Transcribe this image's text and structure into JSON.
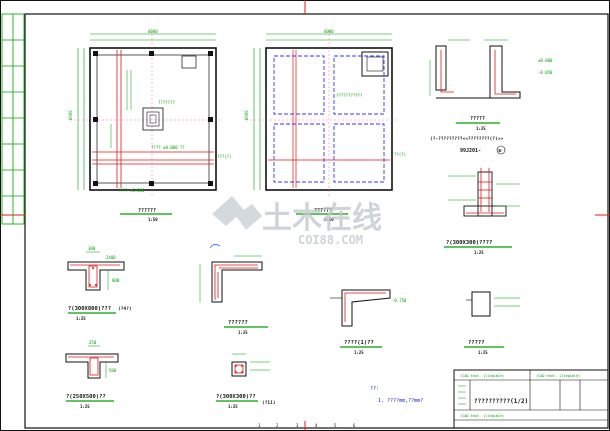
{
  "sheet": {
    "title_block": {
      "row1_left": "(CAD text, illegible)",
      "row1_right": "(CAD text, illegible)",
      "title": "??????????(1/2)",
      "row_small": "(CAD text, illegible)"
    },
    "notes_heading": "??:",
    "notes_line": "1. ????mm,??mm?"
  },
  "views": {
    "plan_left": {
      "caption": "??????",
      "scale": "1:50",
      "dim_top": "6000",
      "dim_side": "6000",
      "label_center": "???????",
      "label_mid": "???? ±0.000 ??",
      "label_bottom": "???? ±0.000",
      "label_right": "???(?)"
    },
    "plan_right": {
      "caption": "??????",
      "scale": "1:50",
      "dim_top": "6000",
      "dim_side": "6000",
      "label_mid": "???????????",
      "label_right": "??(?)"
    },
    "section_a": {
      "caption": "?????",
      "scale": "1:25",
      "ref_line": "(?-?????????<<????????(?)>>",
      "ref_code": "99J201-",
      "ref_symbol": "⑥",
      "elev": "-0.050",
      "elev2": "±0.000"
    },
    "section_b": {
      "caption": "?(300X300)????",
      "scale": "1:25"
    },
    "beam_1": {
      "caption": "?(300X800)???",
      "sub": "(?4?)",
      "scale": "1:25",
      "dims": [
        "300",
        "800",
        "2400"
      ]
    },
    "beam_2": {
      "caption": "?(250X500)??",
      "scale": "1:25",
      "dims": [
        "250",
        "500"
      ]
    },
    "stair": {
      "caption": "??????",
      "scale": "1:25"
    },
    "column_2": {
      "caption": "?(300X300)??",
      "sub": "(?11)",
      "scale": "1:25"
    },
    "canopy": {
      "caption": "????(1)??",
      "scale": "1:25",
      "elev": "-0.750"
    },
    "footing": {
      "caption": "?????",
      "scale": "1:25"
    }
  },
  "watermark": {
    "cn": "土木在线",
    "en": "COI88.COM"
  },
  "colors": {
    "ink": "#111111",
    "dimension": "#00a000",
    "rebar": "#e01818",
    "plan_blue": "#3333ff",
    "callout": "#3366ff",
    "border_red": "#e01818"
  }
}
